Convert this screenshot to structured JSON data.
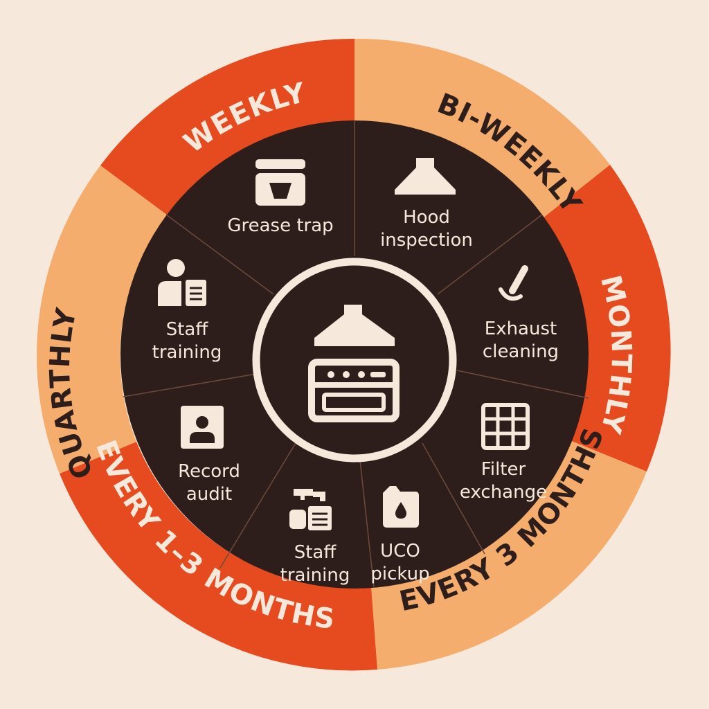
{
  "colors": {
    "background": "#f6e9dc",
    "inner_disc": "#2e1e1b",
    "red": "#e64a1f",
    "light_orange": "#f5ad6e",
    "cream": "#f6e9dc",
    "dark_text": "#2e1e1b",
    "divider": "#6e4a3c"
  },
  "center": {
    "icon": "range-hood-stove-icon"
  },
  "outer_ring": [
    {
      "label": "WEEKLY",
      "color": "#e64a1f",
      "text_color": "#f6e9dc"
    },
    {
      "label": "BI-WEEKLY",
      "color": "#f5ad6e",
      "text_color": "#2e1e1b"
    },
    {
      "label": "MONTHLY",
      "color": "#e64a1f",
      "text_color": "#f6e9dc"
    },
    {
      "label": "EVERY 3 MONTHS",
      "color": "#f5ad6e",
      "text_color": "#2e1e1b"
    },
    {
      "label": "EVERY 1–3 MONTHS",
      "color": "#e64a1f",
      "text_color": "#f6e9dc"
    },
    {
      "label": "QUARTHLY",
      "color": "#f5ad6e",
      "text_color": "#2e1e1b"
    }
  ],
  "tasks": [
    {
      "lines": [
        "Grease trap"
      ],
      "icon": "grease-trap-icon"
    },
    {
      "lines": [
        "Hood",
        "inspection"
      ],
      "icon": "hood-icon"
    },
    {
      "lines": [
        "Exhaust",
        "cleaning"
      ],
      "icon": "brush-icon"
    },
    {
      "lines": [
        "Filter",
        "exchange"
      ],
      "icon": "filter-grid-icon"
    },
    {
      "lines": [
        "UCO",
        "pickup"
      ],
      "icon": "oil-jerrycan-icon"
    },
    {
      "lines": [
        "Staff",
        "training"
      ],
      "icon": "staff-document-icon"
    },
    {
      "lines": [
        "Record",
        "audit"
      ],
      "icon": "record-id-icon"
    },
    {
      "lines": [
        "Staff",
        "training"
      ],
      "icon": "staff-training-icon"
    }
  ]
}
